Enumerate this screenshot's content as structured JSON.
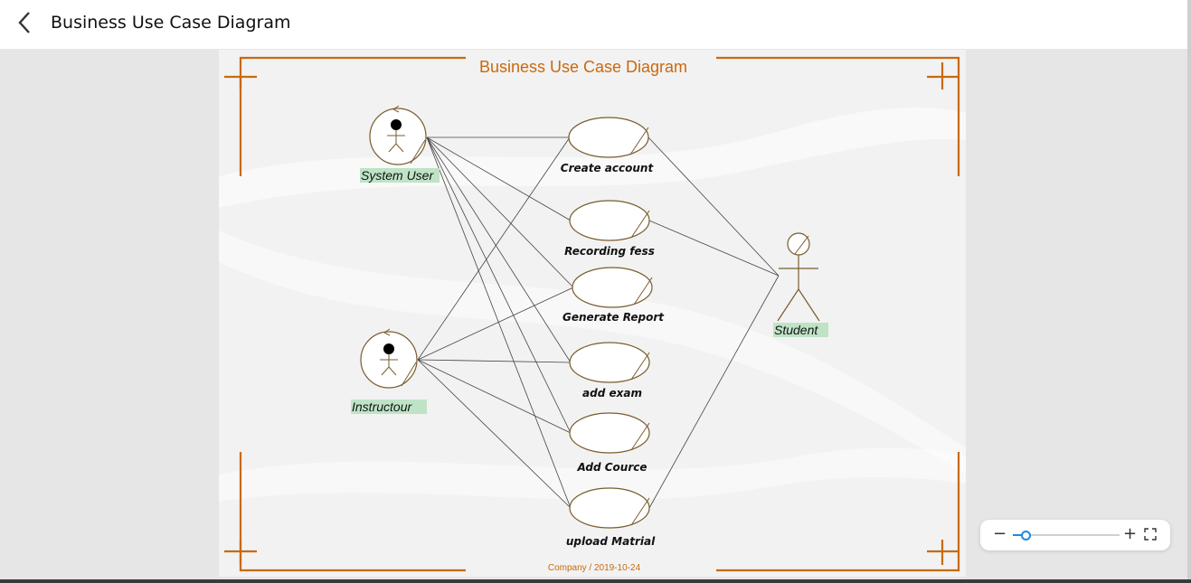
{
  "header": {
    "title": "Business Use Case Diagram",
    "back_icon": "chevron-left-icon"
  },
  "diagram": {
    "title": "Business Use Case Diagram",
    "footer": "Company / 2019-10-24",
    "actors": {
      "system_user": "System User",
      "instructor": "Instructour",
      "student": "Student"
    },
    "use_cases": {
      "create_account": "Create account",
      "recording_fees": "Recording fess",
      "generate_report": "Generate Report",
      "add_exam": "add exam",
      "add_course": "Add Cource",
      "upload_material": "upload Matrial"
    },
    "connections": [
      [
        "system_user",
        "create_account"
      ],
      [
        "system_user",
        "recording_fees"
      ],
      [
        "system_user",
        "generate_report"
      ],
      [
        "system_user",
        "add_exam"
      ],
      [
        "system_user",
        "add_course"
      ],
      [
        "system_user",
        "upload_material"
      ],
      [
        "instructor",
        "create_account"
      ],
      [
        "instructor",
        "generate_report"
      ],
      [
        "instructor",
        "add_exam"
      ],
      [
        "instructor",
        "add_course"
      ],
      [
        "instructor",
        "upload_material"
      ],
      [
        "student",
        "create_account"
      ],
      [
        "student",
        "recording_fees"
      ],
      [
        "student",
        "upload_material"
      ]
    ],
    "colors": {
      "frame": "#c8690f",
      "stroke": "#7a5c2e",
      "label_bg": "#bfe3c6",
      "line": "#444444"
    }
  },
  "zoom": {
    "minus": "−",
    "plus": "+",
    "level": 0.12,
    "fit_icon": "fit-screen-icon"
  }
}
